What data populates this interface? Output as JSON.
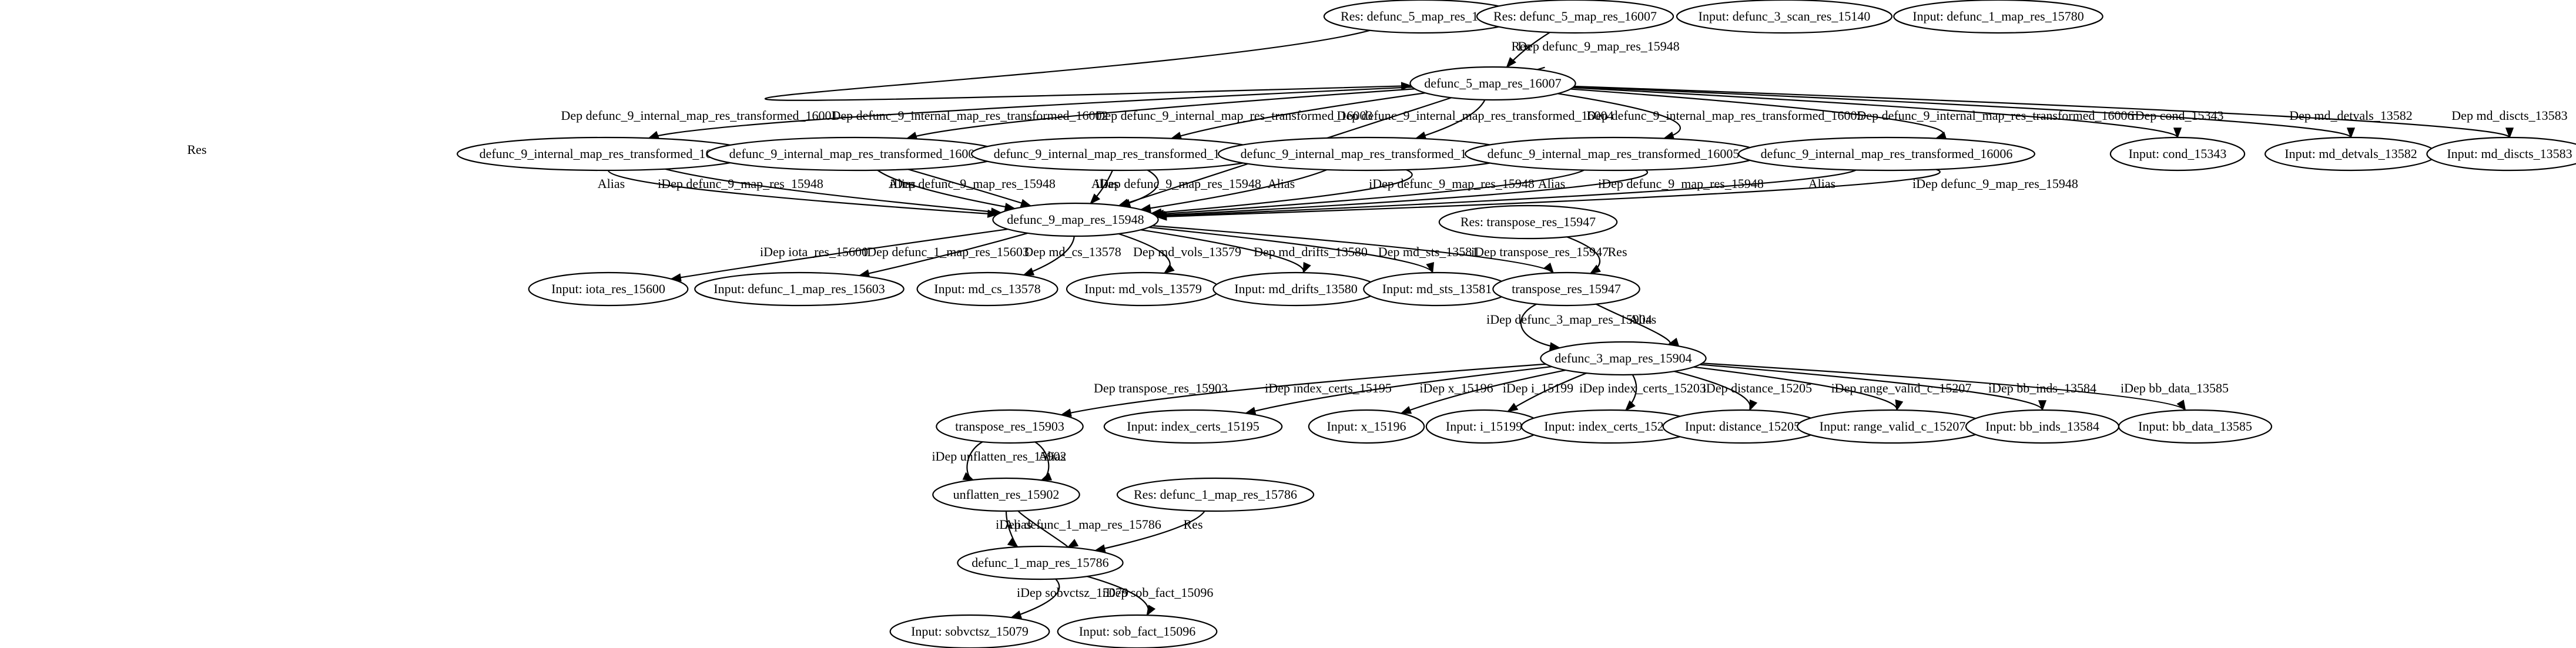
{
  "colors": {
    "background": "#ffffff",
    "stroke": "#000000",
    "text": "#000000"
  },
  "nodes": {
    "res_d5_a": "Res: defunc_5_map_res_16007",
    "res_d5_b": "Res: defunc_5_map_res_16007",
    "in_d3_scan": "Input: defunc_3_scan_res_15140",
    "in_d1_15780": "Input: defunc_1_map_res_15780",
    "d5": "defunc_5_map_res_16007",
    "t16001": "defunc_9_internal_map_res_transformed_16001",
    "t16002": "defunc_9_internal_map_res_transformed_16002",
    "t16003": "defunc_9_internal_map_res_transformed_16003",
    "t16004": "defunc_9_internal_map_res_transformed_16004",
    "t16005": "defunc_9_internal_map_res_transformed_16005",
    "t16006": "defunc_9_internal_map_res_transformed_16006",
    "in_cond": "Input: cond_15343",
    "in_detvals": "Input: md_detvals_13582",
    "in_discts": "Input: md_discts_13583",
    "d9": "defunc_9_map_res_15948",
    "res_tr15947": "Res: transpose_res_15947",
    "in_iota": "Input: iota_res_15600",
    "in_d1_15603": "Input: defunc_1_map_res_15603",
    "in_cs": "Input: md_cs_13578",
    "in_vols": "Input: md_vols_13579",
    "in_drifts": "Input: md_drifts_13580",
    "in_sts": "Input: md_sts_13581",
    "tr15947": "transpose_res_15947",
    "d3": "defunc_3_map_res_15904",
    "tr15903": "transpose_res_15903",
    "in_idx15195": "Input: index_certs_15195",
    "in_x": "Input: x_15196",
    "in_i": "Input: i_15199",
    "in_idx15203": "Input: index_certs_15203",
    "in_dist": "Input: distance_15205",
    "in_range": "Input: range_valid_c_15207",
    "in_bbinds": "Input: bb_inds_13584",
    "in_bbdata": "Input: bb_data_13585",
    "unf": "unflatten_res_15902",
    "res_d1_15786": "Res: defunc_1_map_res_15786",
    "d1": "defunc_1_map_res_15786",
    "in_sobvctsz": "Input: sobvctsz_15079",
    "in_sobfact": "Input: sob_fact_15096"
  },
  "edges": [
    {
      "from": "res_d5_a",
      "to": "d5",
      "label": "Res"
    },
    {
      "from": "res_d5_b",
      "to": "d5",
      "label": "Res"
    },
    {
      "from": "d5",
      "to": "d9",
      "label": "Dep defunc_9_map_res_15948"
    },
    {
      "from": "d5",
      "to": "t16001",
      "label": "Dep defunc_9_internal_map_res_transformed_16001"
    },
    {
      "from": "d5",
      "to": "t16002",
      "label": "Dep defunc_9_internal_map_res_transformed_16002"
    },
    {
      "from": "d5",
      "to": "t16003",
      "label": "Dep defunc_9_internal_map_res_transformed_16003"
    },
    {
      "from": "d5",
      "to": "t16004",
      "label": "Dep defunc_9_internal_map_res_transformed_16004"
    },
    {
      "from": "d5",
      "to": "t16005",
      "label": "Dep defunc_9_internal_map_res_transformed_16005"
    },
    {
      "from": "d5",
      "to": "t16006",
      "label": "Dep defunc_9_internal_map_res_transformed_16006"
    },
    {
      "from": "d5",
      "to": "in_cond",
      "label": "iDep cond_15343"
    },
    {
      "from": "d5",
      "to": "in_detvals",
      "label": "Dep md_detvals_13582"
    },
    {
      "from": "d5",
      "to": "in_discts",
      "label": "Dep md_discts_13583"
    },
    {
      "from": "t16001",
      "to": "d9",
      "label": "Alias"
    },
    {
      "from": "t16002",
      "to": "d9",
      "label": "Alias"
    },
    {
      "from": "t16003",
      "to": "d9",
      "label": "Alias"
    },
    {
      "from": "t16004",
      "to": "d9",
      "label": "Alias"
    },
    {
      "from": "t16005",
      "to": "d9",
      "label": "Alias"
    },
    {
      "from": "t16006",
      "to": "d9",
      "label": "Alias"
    },
    {
      "from": "t16001",
      "to": "d9",
      "label": "iDep defunc_9_map_res_15948"
    },
    {
      "from": "t16002",
      "to": "d9",
      "label": "iDep defunc_9_map_res_15948"
    },
    {
      "from": "t16003",
      "to": "d9",
      "label": "iDep defunc_9_map_res_15948"
    },
    {
      "from": "t16004",
      "to": "d9",
      "label": "iDep defunc_9_map_res_15948"
    },
    {
      "from": "t16005",
      "to": "d9",
      "label": "iDep defunc_9_map_res_15948"
    },
    {
      "from": "t16006",
      "to": "d9",
      "label": "iDep defunc_9_map_res_15948"
    },
    {
      "from": "d9",
      "to": "in_iota",
      "label": "iDep iota_res_15600"
    },
    {
      "from": "d9",
      "to": "in_d1_15603",
      "label": "iDep defunc_1_map_res_15603"
    },
    {
      "from": "d9",
      "to": "in_cs",
      "label": "Dep md_cs_13578"
    },
    {
      "from": "d9",
      "to": "in_vols",
      "label": "Dep md_vols_13579"
    },
    {
      "from": "d9",
      "to": "in_drifts",
      "label": "Dep md_drifts_13580"
    },
    {
      "from": "d9",
      "to": "in_sts",
      "label": "Dep md_sts_13581"
    },
    {
      "from": "d9",
      "to": "tr15947",
      "label": "iDep transpose_res_15947"
    },
    {
      "from": "res_tr15947",
      "to": "tr15947",
      "label": "Res"
    },
    {
      "from": "tr15947",
      "to": "d3",
      "label": "iDep defunc_3_map_res_15904"
    },
    {
      "from": "tr15947",
      "to": "d3",
      "label": "Alias"
    },
    {
      "from": "d3",
      "to": "tr15903",
      "label": "Dep transpose_res_15903"
    },
    {
      "from": "d3",
      "to": "in_idx15195",
      "label": "iDep index_certs_15195"
    },
    {
      "from": "d3",
      "to": "in_x",
      "label": "iDep x_15196"
    },
    {
      "from": "d3",
      "to": "in_i",
      "label": "iDep i_15199"
    },
    {
      "from": "d3",
      "to": "in_idx15203",
      "label": "iDep index_certs_15203"
    },
    {
      "from": "d3",
      "to": "in_dist",
      "label": "iDep distance_15205"
    },
    {
      "from": "d3",
      "to": "in_range",
      "label": "iDep range_valid_c_15207"
    },
    {
      "from": "d3",
      "to": "in_bbinds",
      "label": "iDep bb_inds_13584"
    },
    {
      "from": "d3",
      "to": "in_bbdata",
      "label": "iDep bb_data_13585"
    },
    {
      "from": "tr15903",
      "to": "unf",
      "label": "iDep unflatten_res_15902"
    },
    {
      "from": "tr15903",
      "to": "unf",
      "label": "Alias"
    },
    {
      "from": "unf",
      "to": "d1",
      "label": "Alias"
    },
    {
      "from": "unf",
      "to": "d1",
      "label": "iDep defunc_1_map_res_15786"
    },
    {
      "from": "res_d1_15786",
      "to": "d1",
      "label": "Res"
    },
    {
      "from": "d1",
      "to": "in_sobvctsz",
      "label": "iDep sobvctsz_15079"
    },
    {
      "from": "d1",
      "to": "in_sobfact",
      "label": "iDep sob_fact_15096"
    }
  ]
}
